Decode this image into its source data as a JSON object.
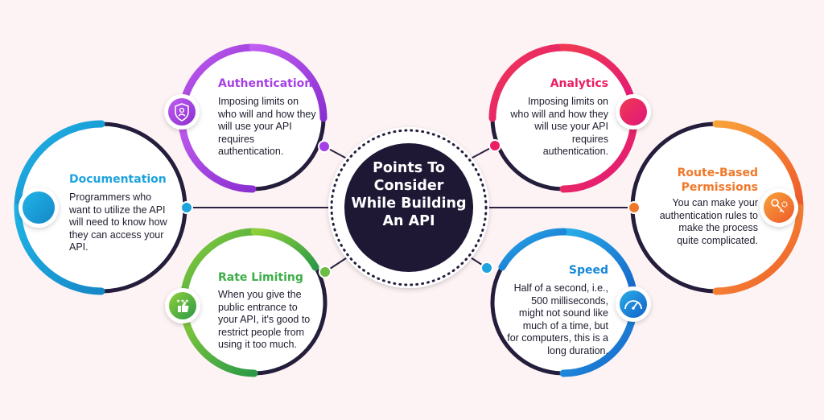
{
  "center": {
    "title": "Points To\nConsider\nWhile Building\nAn API"
  },
  "cards": {
    "authentication": {
      "title": "Authentication",
      "text": "Imposing limits on\nwho will and how they\nwill use your API\nrequires\nauthentication.",
      "color": "#a640e6",
      "icon": "shield-icon"
    },
    "documentation": {
      "title": "Documentation",
      "text": "Programmers who\nwant to utilize the API\nwill need to know how\nthey can access your\nAPI.",
      "color": "#1ea3dc",
      "icon": "circle-icon"
    },
    "rate_limiting": {
      "title": "Rate Limiting",
      "text": "When you give the\npublic entrance to\nyour API, it's good to\nrestrict people from\nusing it too much.",
      "color": "#3fae4a",
      "icon": "thumbs-up-stars-icon"
    },
    "analytics": {
      "title": "Analytics",
      "text": "Imposing limits on\nwho will and how they\nwill use your API\nrequires\nauthentication.",
      "color": "#ec1e63",
      "icon": "circle-icon"
    },
    "route_based": {
      "title": "Route-Based\nPermissions",
      "text": "You can make your\nauthentication rules to\nmake the process\nquite complicated.",
      "color": "#f0782a",
      "icon": "key-gear-icon"
    },
    "speed": {
      "title": "Speed",
      "text": "Half of a second, i.e.,\n500 milliseconds,\nmight not sound like\nmuch of a time, but\nfor computers, this is a\nlong duration.",
      "color": "#1687d9",
      "icon": "speedometer-icon"
    }
  }
}
